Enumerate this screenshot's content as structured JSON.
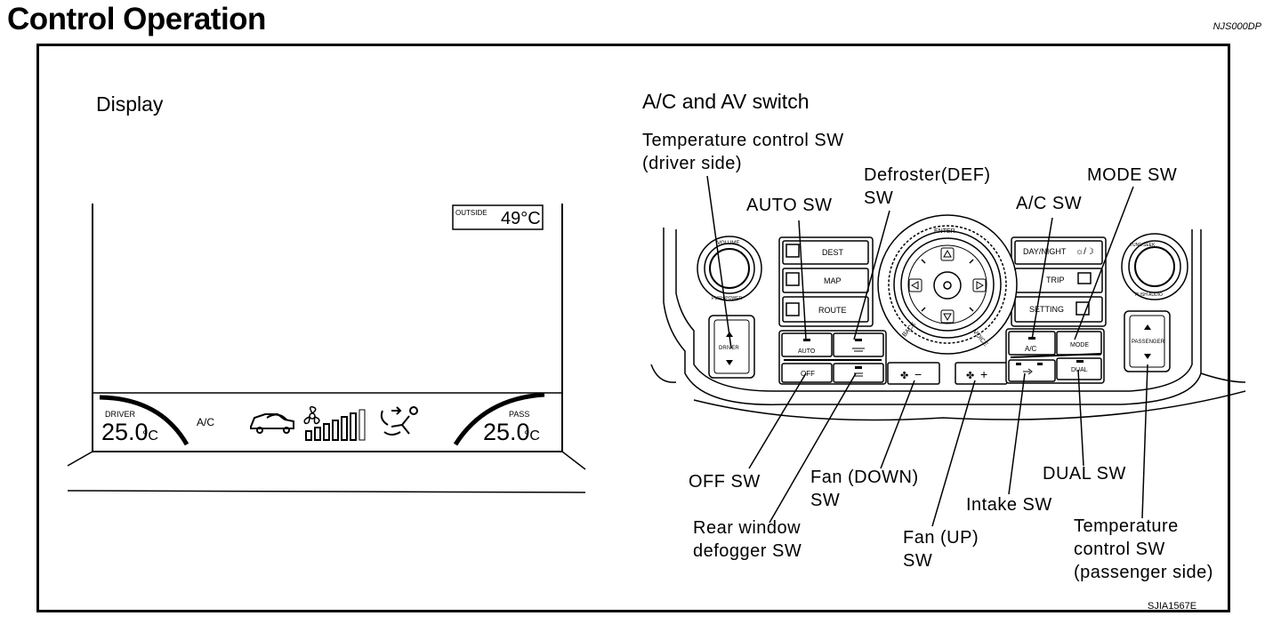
{
  "page": {
    "title": "Control Operation",
    "doc_code": "NJS000DP",
    "figure_code": "SJIA1567E"
  },
  "display": {
    "heading": "Display",
    "outside_label": "OUTSIDE",
    "outside_temp": "49°C",
    "driver_label": "DRIVER",
    "driver_temp_main": "25.0",
    "driver_temp_unit": "°C",
    "ac_label": "A/C",
    "pass_label": "PASS",
    "pass_temp_main": "25.0",
    "pass_temp_unit": "°C",
    "fan_level": 0.83
  },
  "switch_panel": {
    "heading": "A/C and AV switch",
    "buttons": {
      "volume": "VOLUME",
      "power": "PUSH POWER",
      "dest": "DEST",
      "map": "MAP",
      "route": "ROUTE",
      "enter": "ENTER",
      "back": "BACK",
      "voice": "VOICE",
      "day_night": "DAY/NIGHT",
      "trip": "TRIP",
      "setting": "SETTING",
      "tuning": "TUNE/SEEK",
      "push_audio": "PUSH AUDIO",
      "driver": "DRIVER",
      "passenger": "PASSENGER",
      "auto": "AUTO",
      "off": "OFF",
      "ac": "A/C",
      "mode": "MODE",
      "dual": "DUAL",
      "fan_minus": "−",
      "fan_plus": "+"
    },
    "callouts": {
      "temp_driver": [
        "Temperature control SW",
        "(driver side)"
      ],
      "defroster": [
        "Defroster(DEF)",
        "SW"
      ],
      "mode": "MODE SW",
      "auto": "AUTO SW",
      "ac": "A/C SW",
      "off": "OFF SW",
      "fan_down": [
        "Fan (DOWN)",
        "SW"
      ],
      "rear_defogger": [
        "Rear window",
        "defogger SW"
      ],
      "fan_up": [
        "Fan (UP)",
        "SW"
      ],
      "intake": "Intake SW",
      "dual": "DUAL SW",
      "temp_passenger": [
        "Temperature",
        "control SW",
        "(passenger side)"
      ]
    }
  }
}
